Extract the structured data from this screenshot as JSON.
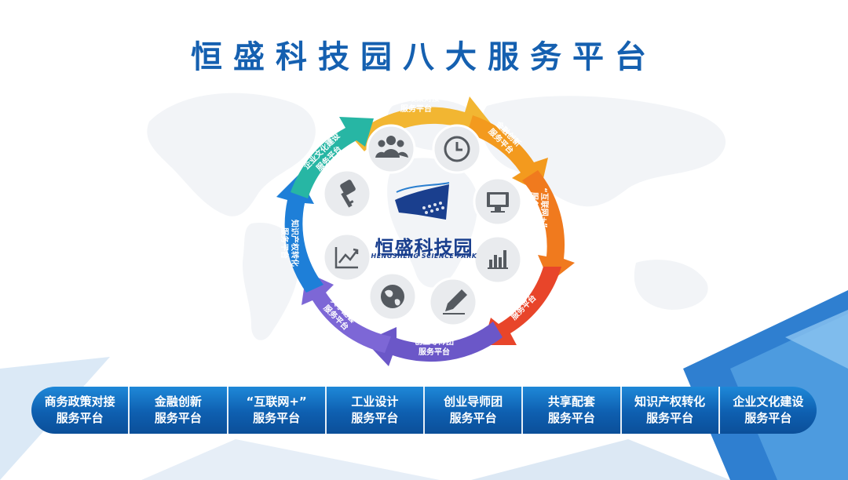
{
  "title": "恒盛科技园八大服务平台",
  "logo": {
    "name": "恒盛科技园",
    "subtitle": "HENGSHENG SCIENCE PARK"
  },
  "colors": {
    "title": "#1560b0",
    "bar": "#0e5fb0",
    "segments": [
      "#f2b632",
      "#f39a1e",
      "#f07a1e",
      "#e8452a",
      "#6b57c8",
      "#1e6fd0",
      "#1ca0d8",
      "#27b6a4"
    ]
  },
  "wheel": {
    "segments": [
      {
        "lines": [
          "商务政策对接",
          "服务平台"
        ]
      },
      {
        "lines": [
          "金融创新",
          "服务平台"
        ]
      },
      {
        "lines": [
          "“互联网+”",
          "服务平台"
        ]
      },
      {
        "lines": [
          "工业设计",
          "服务平台"
        ]
      },
      {
        "lines": [
          "创业导师团",
          "服务平台"
        ]
      },
      {
        "lines": [
          "共享配套",
          "服务平台"
        ]
      },
      {
        "lines": [
          "知识产权转化",
          "服务平台"
        ]
      },
      {
        "lines": [
          "企业文化建设",
          "服务平台"
        ]
      }
    ],
    "icons": [
      "people-icon",
      "clock-icon",
      "monitor-icon",
      "bar-chart-icon",
      "pencil-icon",
      "globe-icon",
      "trend-chart-icon",
      "key-icon"
    ]
  },
  "bar": {
    "items": [
      {
        "line1": "商务政策对接",
        "line2": "服务平台"
      },
      {
        "line1": "金融创新",
        "line2": "服务平台"
      },
      {
        "line1": "“互联网+”",
        "line2": "服务平台"
      },
      {
        "line1": "工业设计",
        "line2": "服务平台"
      },
      {
        "line1": "创业导师团",
        "line2": "服务平台"
      },
      {
        "line1": "共享配套",
        "line2": "服务平台"
      },
      {
        "line1": "知识产权转化",
        "line2": "服务平台"
      },
      {
        "line1": "企业文化建设",
        "line2": "服务平台"
      }
    ]
  }
}
